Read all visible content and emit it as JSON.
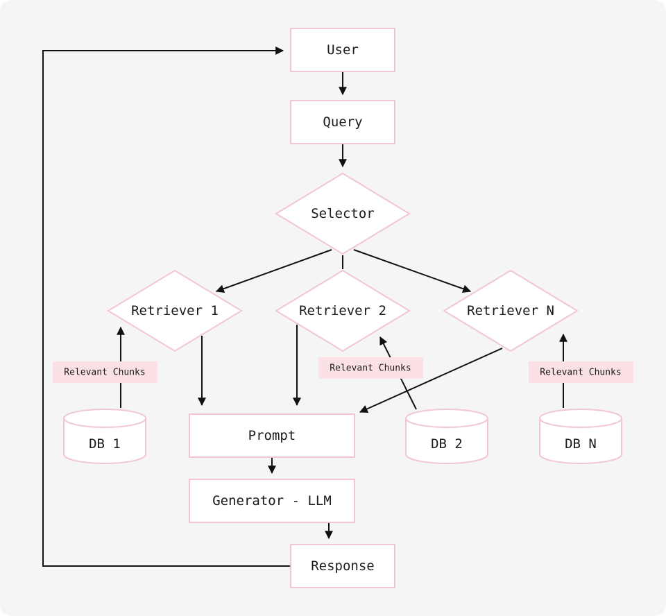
{
  "nodes": {
    "user": "User",
    "query": "Query",
    "selector": "Selector",
    "retriever_1": "Retriever 1",
    "retriever_2": "Retriever 2",
    "retriever_n": "Retriever N",
    "prompt": "Prompt",
    "generator": "Generator - LLM",
    "response": "Response",
    "db_1": "DB 1",
    "db_2": "DB 2",
    "db_n": "DB N"
  },
  "edge_labels": {
    "chunks_1": "Relevant Chunks",
    "chunks_2": "Relevant Chunks",
    "chunks_n": "Relevant Chunks"
  },
  "colors": {
    "node_border": "#f2c6cf",
    "chip_fill": "#fbe0e5",
    "background": "#f5f5f5",
    "edge": "#111111"
  }
}
